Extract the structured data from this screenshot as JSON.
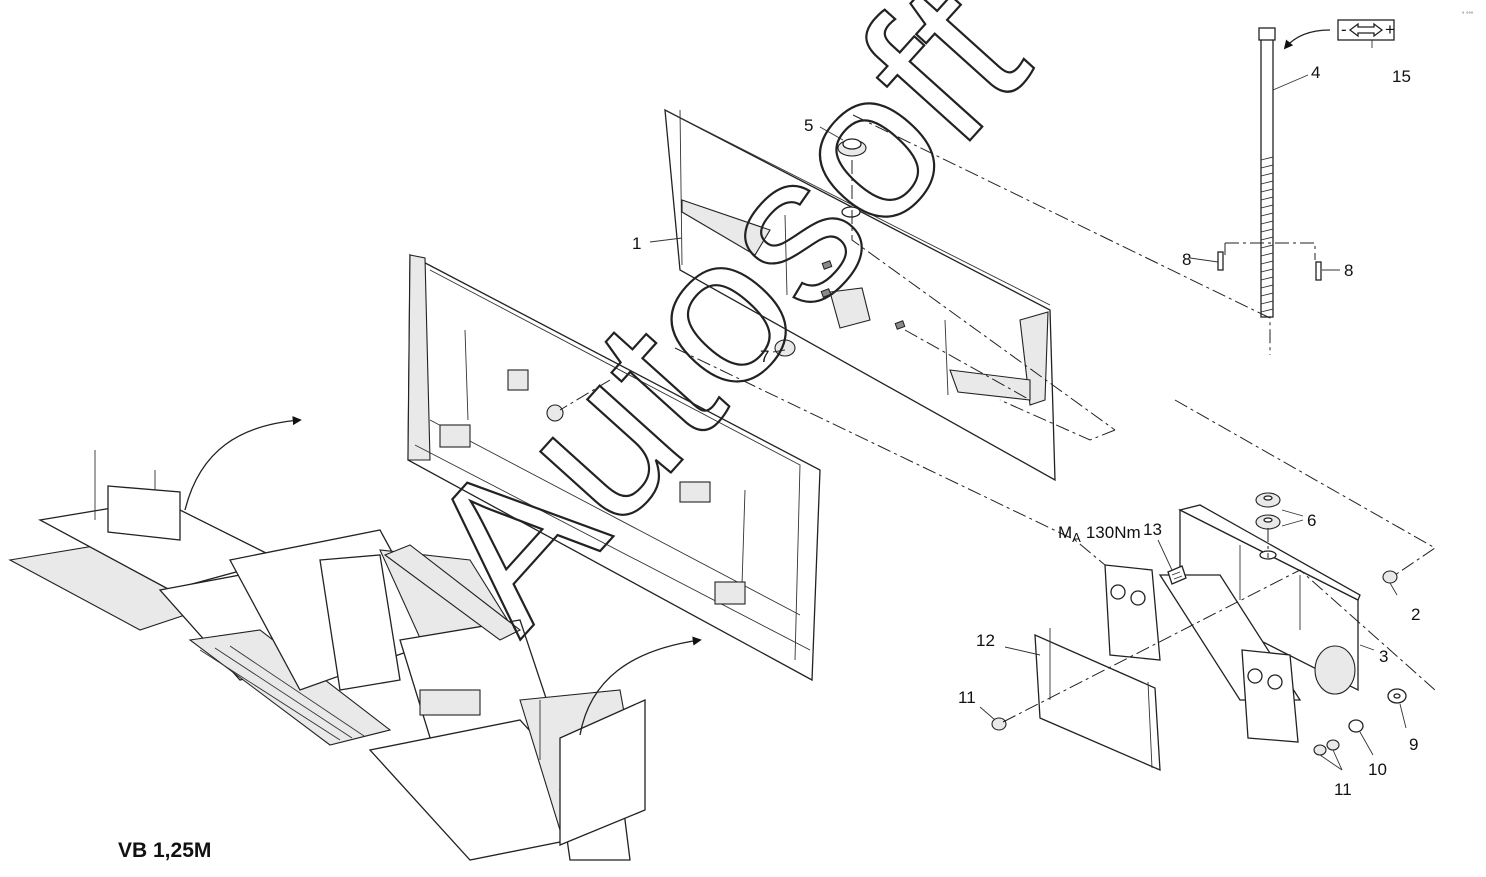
{
  "title": "VB 1,25M",
  "watermark": "Autosoft",
  "torque_label": {
    "symbol": "M",
    "subscript": "A",
    "value": "130Nm"
  },
  "part_labels": {
    "p1": "1",
    "p2": "2",
    "p3": "3",
    "p4": "4",
    "p5": "5",
    "p6": "6",
    "p7": "7",
    "p8a": "8",
    "p8b": "8",
    "p9": "9",
    "p10": "10",
    "p11a": "11",
    "p11b": "11",
    "p12": "12",
    "p13": "13",
    "p15": "15"
  },
  "adjust_symbol": {
    "minus": "-",
    "plus": "+"
  }
}
